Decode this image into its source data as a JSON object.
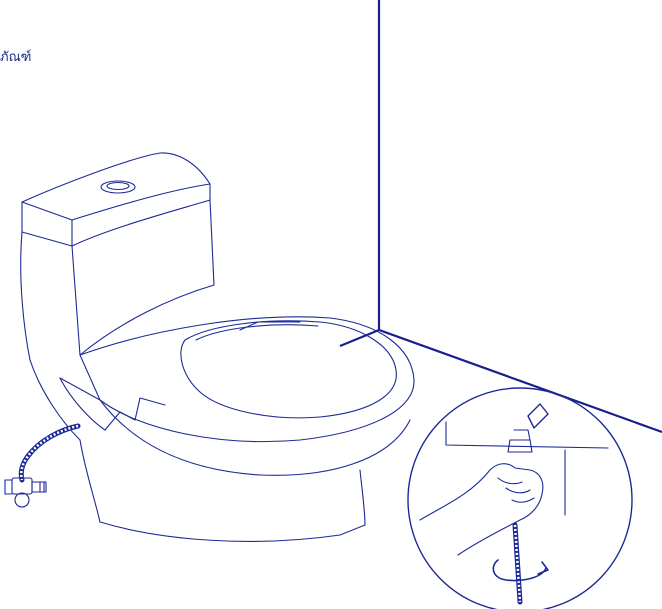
{
  "caption": "ภัณฑ์",
  "colors": {
    "line": "#1c2a96",
    "wall": "#1a1f8f",
    "background": "#ffffff"
  },
  "illustration": {
    "subject": "one-piece-toilet-installation",
    "detail": "hand-tightening-supply-hose-connector"
  }
}
